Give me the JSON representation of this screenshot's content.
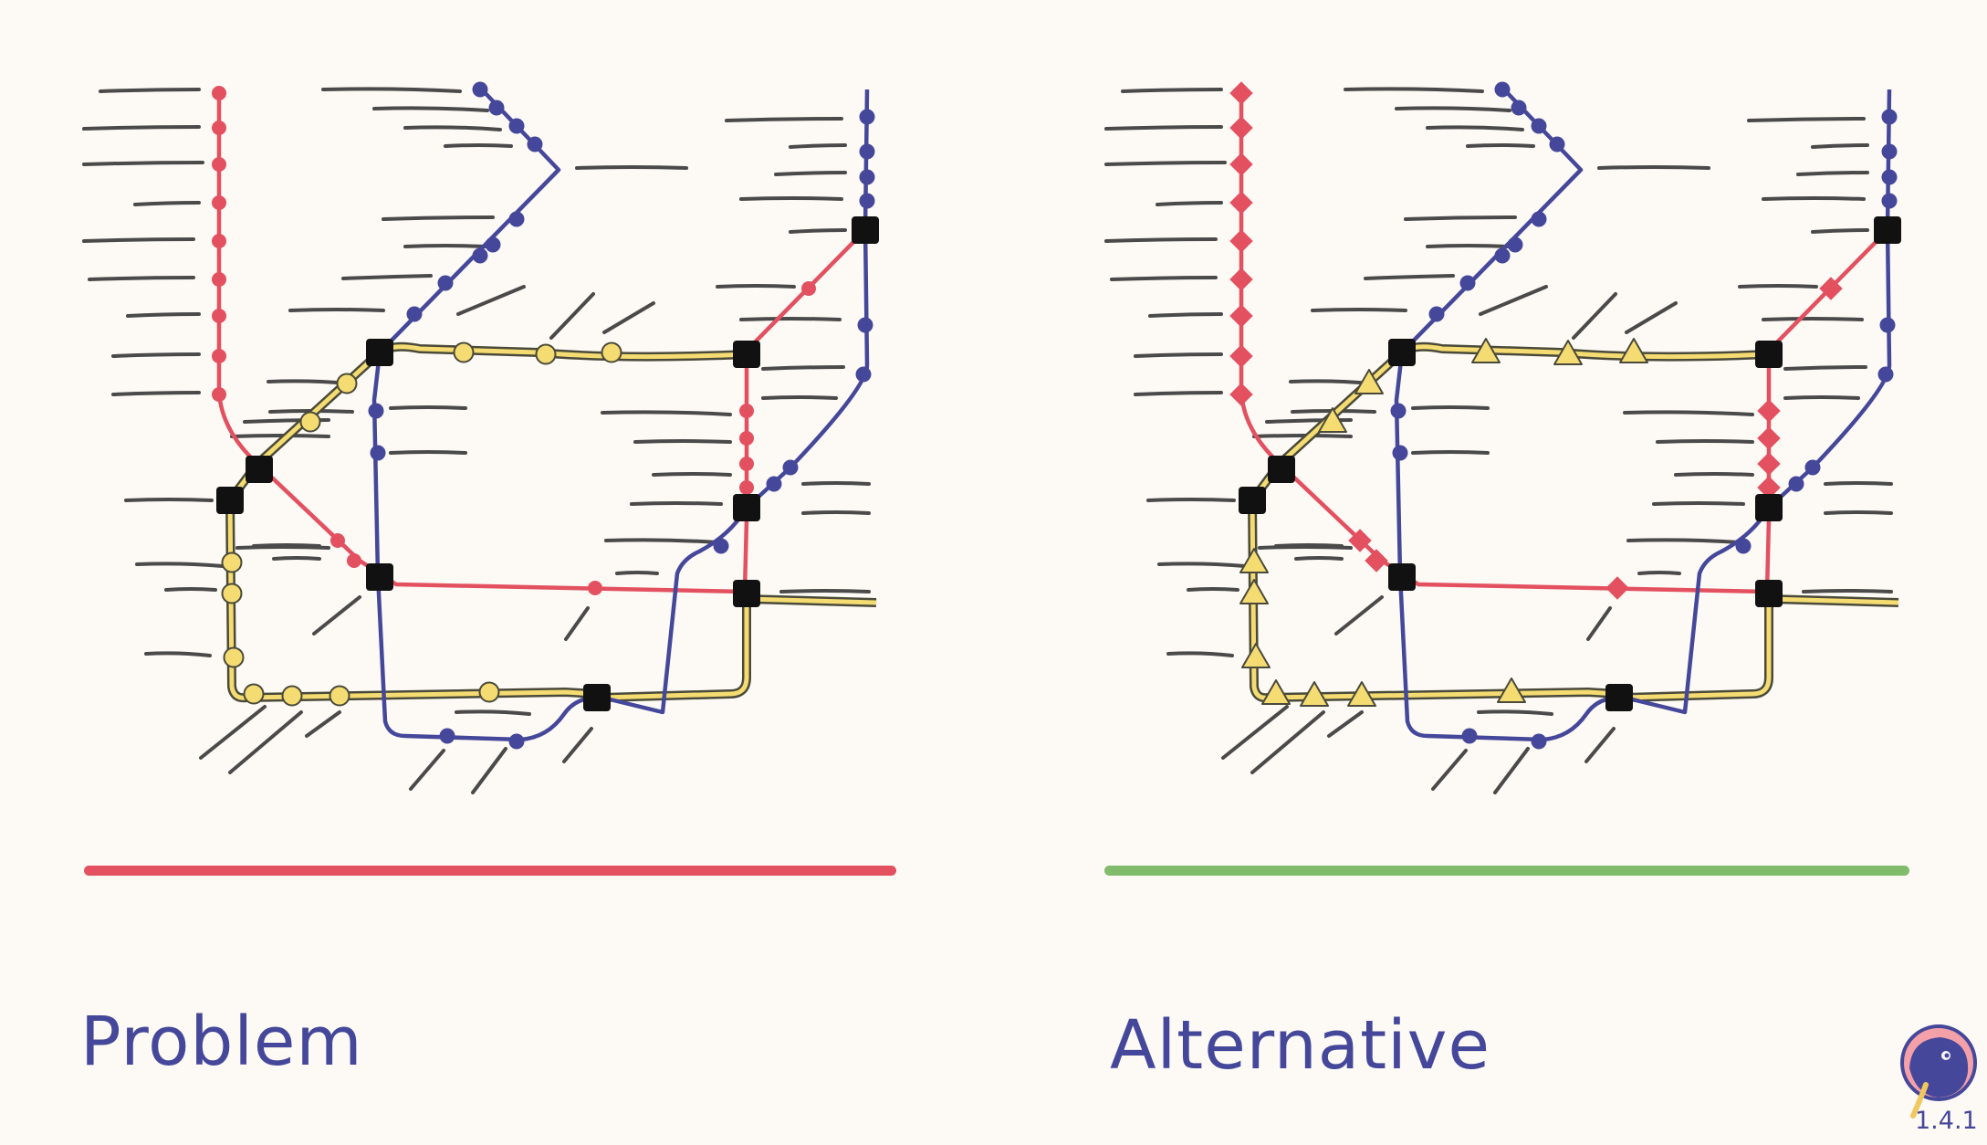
{
  "colors": {
    "background": "#fdf9f4",
    "red_line": "#e35060",
    "blue_line": "#45489a",
    "yellow_line": "#f5dc72",
    "yellow_outline": "#4a4a3a",
    "label_stroke": "#4a4a4a",
    "problem_bar": "#e35060",
    "alternative_bar": "#80bc6c",
    "text": "#45489a"
  },
  "panels": [
    {
      "label": "Problem",
      "status_bar": "red",
      "marker_style": "circles"
    },
    {
      "label": "Alternative",
      "status_bar": "green",
      "marker_style": "shapes"
    }
  ],
  "stops": {
    "red": "diamond",
    "blue": "circle",
    "yellow": "triangle",
    "interchange": "square"
  },
  "logo": {
    "icon": "kiwi-bird-icon",
    "version": "1.4.1"
  }
}
